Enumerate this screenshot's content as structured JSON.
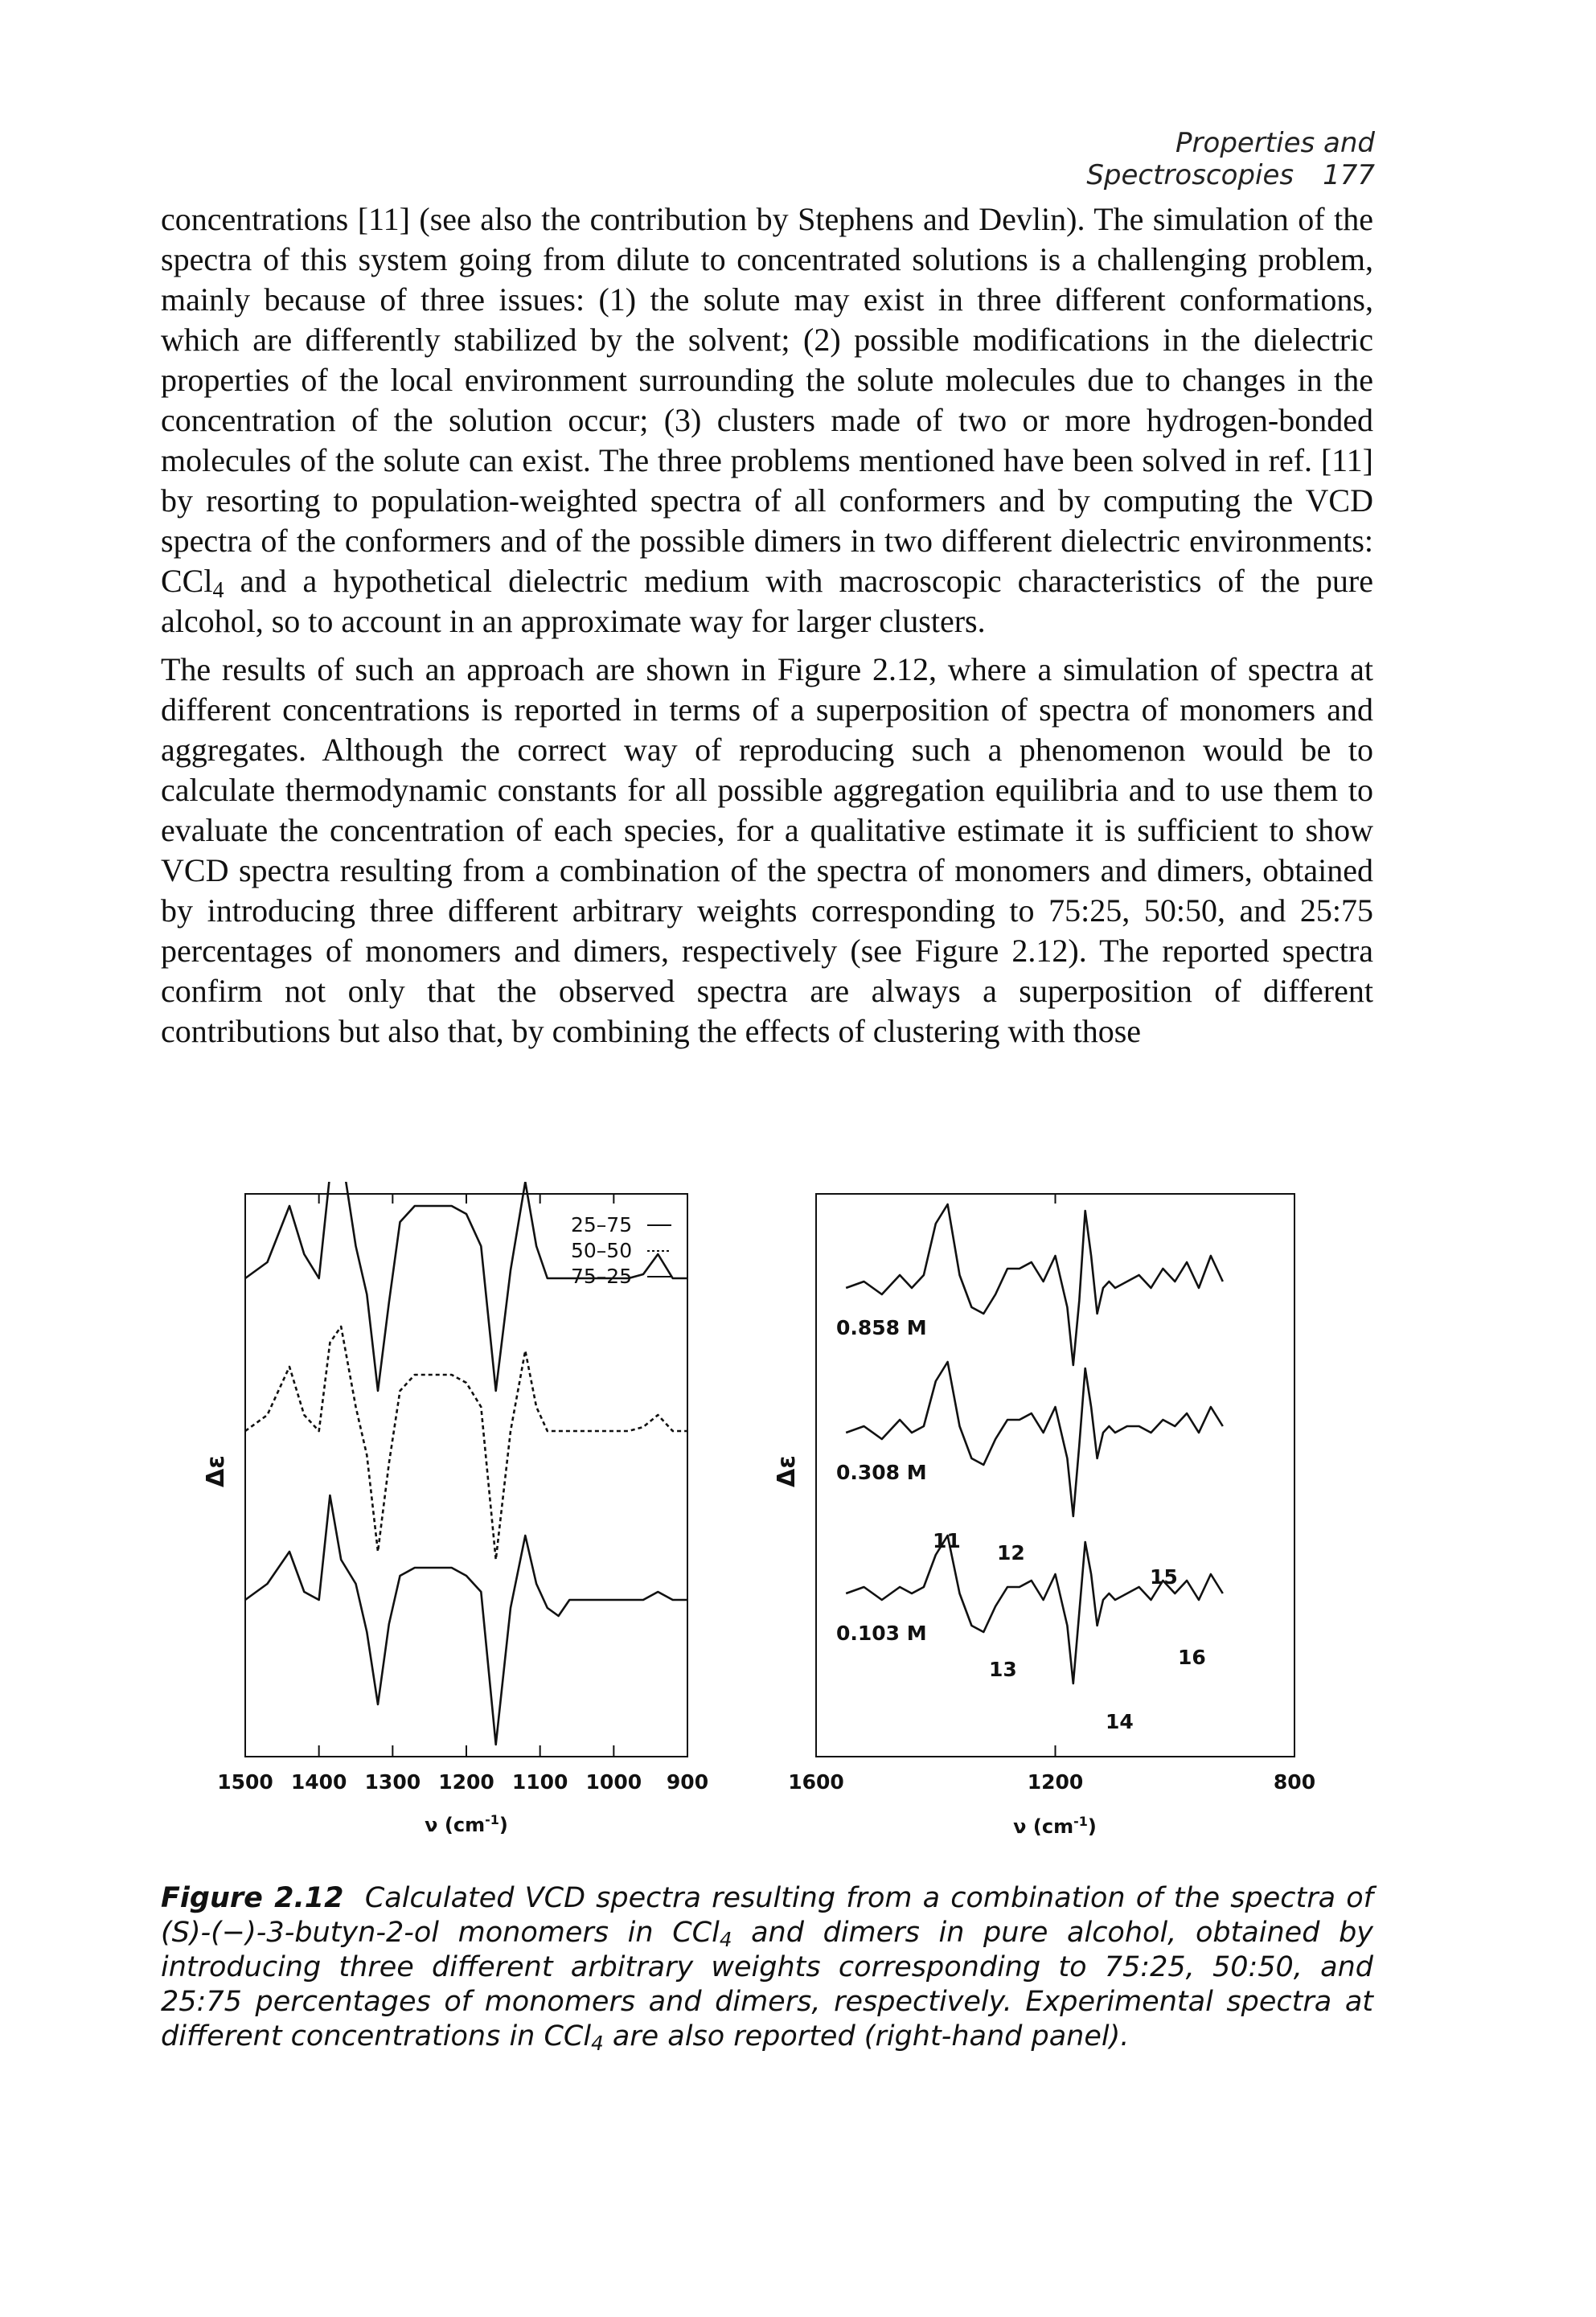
{
  "header": {
    "running_title": "Properties and Spectroscopies",
    "page_number": "177"
  },
  "body": {
    "p1_a": "concentrations [11] (see also the contribution by Stephens and Devlin). The simulation of the spectra of this system going from dilute to concentrated solutions is a challenging problem, mainly because of three issues: (1) the solute may exist in three different conformations, which are differently stabilized by the solvent; (2) possible modifications in the dielectric properties of the local environment surrounding the solute molecules due to changes in the concentration of the solution occur; (3) clusters made of two or more hydrogen-bonded molecules of the solute can exist. The three problems mentioned have been solved in ref. [11] by resorting to population-weighted spectra of all conformers and by computing the VCD spectra of the conformers and of the possible dimers in two different dielectric environments: CCl",
    "p1_sub": "4",
    "p1_b": " and a hypothetical dielectric medium with macroscopic characteristics of the pure alcohol, so to account in an approximate way for larger clusters.",
    "p2": "The results of such an approach are shown in Figure 2.12, where a simulation of spectra at different concentrations is reported in terms of a superposition of spectra of monomers and aggregates. Although the correct way of reproducing such a phenomenon would be to calculate thermodynamic constants for all possible aggregation equilibria and to use them to evaluate the concentration of each species, for a qualitative estimate it is sufficient to show VCD spectra resulting from a combination of the spectra of monomers and dimers, obtained by introducing three different arbitrary weights corresponding to 75:25, 50:50, and 25:75 percentages of monomers and dimers, respectively (see Figure 2.12). The reported spectra confirm not only that the observed spectra are always a superposition of different contributions but also that, by combining the effects of clustering with those"
  },
  "figure": {
    "left": {
      "y_label": "Δε",
      "x_label": "ν (cm",
      "x_label_sup": "-1",
      "x_label_end": ")",
      "x_ticks": [
        "1500",
        "1400",
        "1300",
        "1200",
        "1100",
        "1000",
        "900"
      ],
      "legend": [
        "25–75",
        "50–50",
        "75–25"
      ]
    },
    "right": {
      "y_label": "Δε",
      "x_label": "ν (cm",
      "x_label_sup": "-1",
      "x_label_end": ")",
      "x_ticks": [
        "1600",
        "1200",
        "800"
      ],
      "traces": [
        "0.858 M",
        "0.308 M",
        "0.103 M"
      ],
      "band_labels": [
        "11",
        "12",
        "13",
        "14",
        "15",
        "16"
      ]
    }
  },
  "caption": {
    "label": "Figure 2.12",
    "a": "Calculated VCD spectra resulting from a combination of the spectra of (S)-(−)-3-butyn-2-ol monomers in CCl",
    "sub1": "4",
    "b": " and dimers in pure alcohol, obtained by introducing three different arbitrary weights corresponding to 75:25, 50:50, and 25:75 percentages of monomers and dimers, respectively. Experimental spectra at different concentrations in CCl",
    "sub2": "4",
    "c": " are also reported (right-hand panel)."
  },
  "chart_data": [
    {
      "type": "line",
      "panel": "left",
      "xlabel": "ν (cm⁻¹)",
      "ylabel": "Δε",
      "xlim": [
        1500,
        900
      ],
      "x_ticks": [
        1500,
        1400,
        1300,
        1200,
        1100,
        1000,
        900
      ],
      "grid": false,
      "legend": "top-right",
      "series": [
        {
          "name": "25–75",
          "x": [
            1500,
            1470,
            1440,
            1420,
            1400,
            1385,
            1370,
            1350,
            1335,
            1320,
            1305,
            1290,
            1270,
            1245,
            1220,
            1200,
            1180,
            1160,
            1140,
            1120,
            1105,
            1090,
            1075,
            1060,
            1040,
            1020,
            1000,
            980,
            960,
            940,
            920,
            900
          ],
          "y": [
            0.0,
            0.2,
            0.9,
            0.3,
            0.0,
            1.3,
            1.6,
            0.4,
            -0.2,
            -1.4,
            -0.3,
            0.7,
            0.9,
            0.9,
            0.9,
            0.8,
            0.4,
            -1.4,
            0.1,
            1.2,
            0.4,
            0.0,
            0.0,
            0.0,
            0.0,
            0.0,
            0.0,
            0.0,
            0.05,
            0.3,
            0.0,
            0.0
          ]
        },
        {
          "name": "50–50",
          "x": [
            1500,
            1470,
            1440,
            1420,
            1400,
            1385,
            1370,
            1350,
            1335,
            1320,
            1305,
            1290,
            1270,
            1245,
            1220,
            1200,
            1180,
            1160,
            1140,
            1120,
            1105,
            1090,
            1075,
            1060,
            1040,
            1020,
            1000,
            980,
            960,
            940,
            920,
            900
          ],
          "y": [
            0.0,
            0.2,
            0.8,
            0.2,
            0.0,
            1.1,
            1.3,
            0.3,
            -0.3,
            -1.5,
            -0.4,
            0.5,
            0.7,
            0.7,
            0.7,
            0.6,
            0.3,
            -1.6,
            0.0,
            1.0,
            0.3,
            0.0,
            0.0,
            0.0,
            0.0,
            0.0,
            0.0,
            0.0,
            0.05,
            0.2,
            0.0,
            0.0
          ]
        },
        {
          "name": "75–25",
          "x": [
            1500,
            1470,
            1440,
            1420,
            1400,
            1385,
            1370,
            1350,
            1335,
            1320,
            1305,
            1290,
            1270,
            1245,
            1220,
            1200,
            1180,
            1160,
            1140,
            1120,
            1105,
            1090,
            1075,
            1060,
            1040,
            1020,
            1000,
            980,
            960,
            940,
            920,
            900
          ],
          "y": [
            0.0,
            0.2,
            0.6,
            0.1,
            0.0,
            1.3,
            0.5,
            0.2,
            -0.4,
            -1.3,
            -0.3,
            0.3,
            0.4,
            0.4,
            0.4,
            0.3,
            0.1,
            -1.8,
            -0.1,
            0.8,
            0.2,
            -0.1,
            -0.2,
            0.0,
            0.0,
            0.0,
            0.0,
            0.0,
            0.0,
            0.1,
            0.0,
            0.0
          ]
        }
      ]
    },
    {
      "type": "line",
      "panel": "right",
      "xlabel": "ν (cm⁻¹)",
      "ylabel": "Δε",
      "xlim": [
        1600,
        800
      ],
      "x_ticks": [
        1600,
        1200,
        800
      ],
      "grid": false,
      "series": [
        {
          "name": "0.858 M",
          "x": [
            1550,
            1520,
            1490,
            1460,
            1440,
            1420,
            1400,
            1380,
            1360,
            1340,
            1320,
            1300,
            1280,
            1260,
            1240,
            1220,
            1200,
            1180,
            1170,
            1160,
            1150,
            1140,
            1130,
            1120,
            1110,
            1100,
            1080,
            1060,
            1040,
            1020,
            1000,
            980,
            960,
            940,
            920
          ],
          "y": [
            0.1,
            0.2,
            0.0,
            0.3,
            0.1,
            0.3,
            1.1,
            1.4,
            0.3,
            -0.2,
            -0.3,
            0.0,
            0.4,
            0.4,
            0.5,
            0.2,
            0.6,
            -0.2,
            -1.1,
            -0.1,
            1.3,
            0.6,
            -0.3,
            0.1,
            0.2,
            0.1,
            0.2,
            0.3,
            0.1,
            0.4,
            0.2,
            0.5,
            0.1,
            0.6,
            0.2
          ]
        },
        {
          "name": "0.308 M",
          "x": [
            1550,
            1520,
            1490,
            1460,
            1440,
            1420,
            1400,
            1380,
            1360,
            1340,
            1320,
            1300,
            1280,
            1260,
            1240,
            1220,
            1200,
            1180,
            1170,
            1160,
            1150,
            1140,
            1130,
            1120,
            1110,
            1100,
            1080,
            1060,
            1040,
            1020,
            1000,
            980,
            960,
            940,
            920
          ],
          "y": [
            0.1,
            0.2,
            0.0,
            0.3,
            0.1,
            0.2,
            0.9,
            1.2,
            0.2,
            -0.3,
            -0.4,
            0.0,
            0.3,
            0.3,
            0.4,
            0.1,
            0.5,
            -0.3,
            -1.2,
            -0.1,
            1.1,
            0.5,
            -0.3,
            0.1,
            0.2,
            0.1,
            0.2,
            0.2,
            0.1,
            0.3,
            0.2,
            0.4,
            0.1,
            0.5,
            0.2
          ]
        },
        {
          "name": "0.103 M",
          "x": [
            1550,
            1520,
            1490,
            1460,
            1440,
            1420,
            1400,
            1380,
            1360,
            1340,
            1320,
            1300,
            1280,
            1260,
            1240,
            1220,
            1200,
            1180,
            1170,
            1160,
            1150,
            1140,
            1130,
            1120,
            1110,
            1100,
            1080,
            1060,
            1040,
            1020,
            1000,
            980,
            960,
            940,
            920
          ],
          "y": [
            0.1,
            0.2,
            0.0,
            0.2,
            0.1,
            0.2,
            0.7,
            1.0,
            0.1,
            -0.4,
            -0.5,
            -0.1,
            0.2,
            0.2,
            0.3,
            0.0,
            0.4,
            -0.4,
            -1.3,
            -0.2,
            0.9,
            0.4,
            -0.4,
            0.0,
            0.1,
            0.0,
            0.1,
            0.2,
            0.0,
            0.3,
            0.1,
            0.3,
            0.0,
            0.4,
            0.1
          ]
        }
      ]
    }
  ]
}
